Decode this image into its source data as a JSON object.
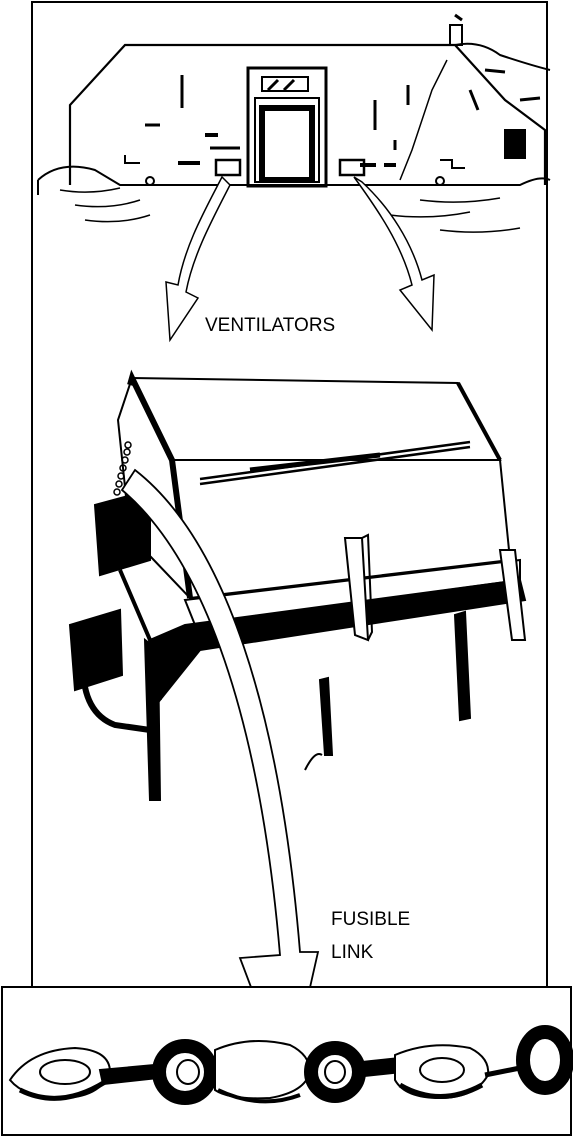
{
  "labels": {
    "ventilators": "VENTILATORS",
    "fusible_line1": "FUSIBLE",
    "fusible_line2": "LINK"
  }
}
